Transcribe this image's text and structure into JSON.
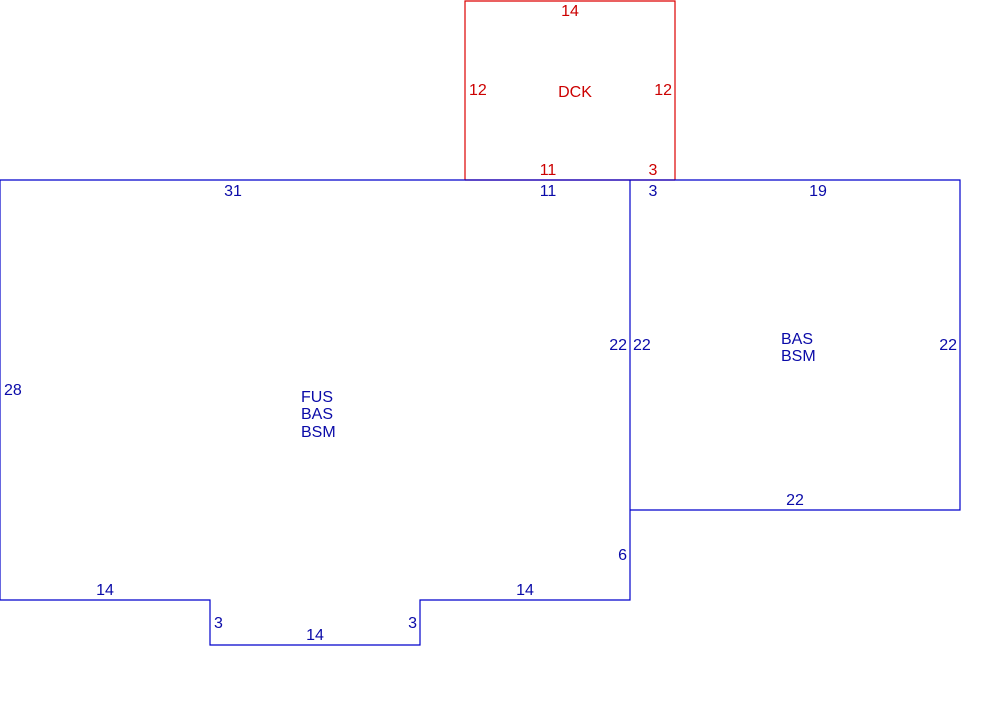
{
  "colors": {
    "main": "#0000cc",
    "deck": "#dd0000",
    "main_text": "#0a0aa8",
    "deck_text": "#cc0000"
  },
  "deck": {
    "label": "DCK",
    "dims": {
      "top": "14",
      "left": "12",
      "right": "12",
      "bottom": "11",
      "bottom_right": "3"
    }
  },
  "main_area": {
    "labels": [
      "FUS",
      "BAS",
      "BSM"
    ],
    "dims": {
      "top_left": "31",
      "top_mid": "11",
      "left": "28",
      "right": "22",
      "lower_right": "6",
      "bottom_left": "14",
      "bottom_right": "14",
      "notch_left": "3",
      "notch_bottom": "14",
      "notch_right": "3"
    }
  },
  "side_area": {
    "labels": [
      "BAS",
      "BSM"
    ],
    "dims": {
      "top_left": "3",
      "top": "19",
      "left": "22",
      "right": "22",
      "bottom": "22"
    }
  }
}
